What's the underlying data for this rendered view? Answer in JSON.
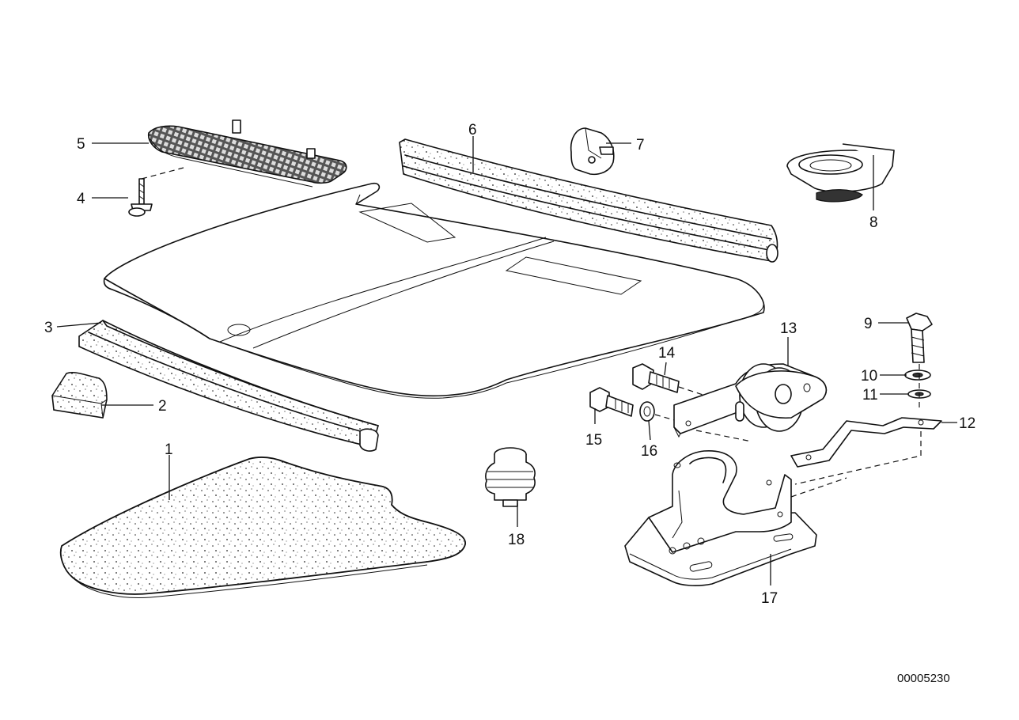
{
  "document_number": "00005230",
  "callouts": {
    "c1": "1",
    "c2": "2",
    "c3": "3",
    "c4": "4",
    "c5": "5",
    "c6": "6",
    "c7": "7",
    "c8": "8",
    "c9": "9",
    "c10": "10",
    "c11": "11",
    "c12": "12",
    "c13": "13",
    "c14": "14",
    "c15": "15",
    "c16": "16",
    "c17": "17",
    "c18": "18"
  }
}
